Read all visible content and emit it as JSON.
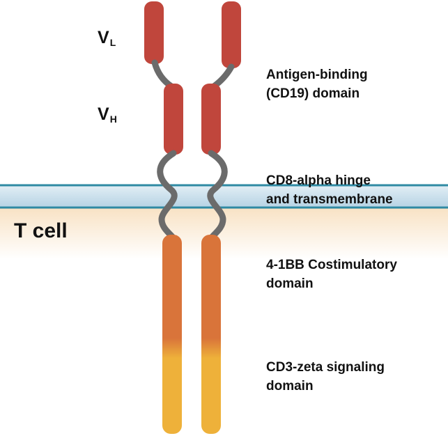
{
  "labels": {
    "vl_main": "V",
    "vl_sub": "L",
    "vh_main": "V",
    "vh_sub": "H",
    "t_cell": "T cell",
    "antigen_line1": "Antigen-binding",
    "antigen_line2": "(CD19) domain",
    "hinge_line1": "CD8-alpha hinge",
    "hinge_line2": "and transmembrane",
    "costim_line1": "4-1BB Costimulatory",
    "costim_line2": "domain",
    "cd3_line1": "CD3-zeta signaling",
    "cd3_line2": "domain"
  },
  "colors": {
    "vl_domain": "#c0463c",
    "vh_domain": "#c0463c",
    "linker": "#6b6b6b",
    "hinge": "#6b6b6b",
    "costim_domain": "#d9743a",
    "cd3_domain": "#eeb13a",
    "membrane_line": "#2f8aa3",
    "cytoplasm": "#f8e2c4"
  }
}
